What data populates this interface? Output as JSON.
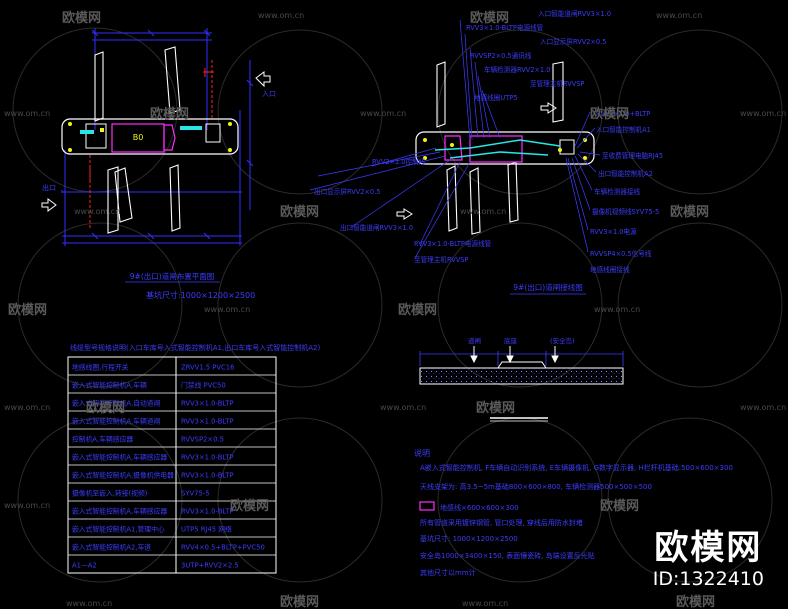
{
  "watermark": {
    "brand": "欧模网",
    "url": "www.om.cn",
    "id_label": "ID:1322410"
  },
  "plan_left": {
    "caption": "9#(出口)道闸布置平面图",
    "dimension_note": "基坑尺寸:1000×1200×2500",
    "entrance_label": "入口",
    "exit_label": "出口"
  },
  "plan_right": {
    "caption": "9#(出口)道闸接线图",
    "labels": [
      "入口智能道闸RVV3×1.0",
      "RVV3×1.0-BLTP电源线管",
      "入口显示屏RVV2×0.5",
      "RVVSP2×0.5通讯线",
      "车辆检测器RVV2×1.0",
      "至管理主机RVVSP",
      "地感线圈UTP5",
      "RVV3×1.0+BLTP",
      "入口智能控制机A1",
      "至收费管理电脑RJ45",
      "出口智能控制机A2",
      "车辆检测器接线",
      "摄像机视频线SYV75-5",
      "RVV3×1.0电源",
      "RVVSP4×0.5信号线",
      "地感线圈接线",
      "RVV2×1.0控制线",
      "出口显示屏RVV2×0.5",
      "出口智能道闸RVV3×1.0",
      "RVV3×1.0-BLTP电源线管",
      "至管理主机RVVSP"
    ]
  },
  "section": {
    "label_a": "道闸",
    "label_b": "底座",
    "label_c": "(安全岛)"
  },
  "table": {
    "title": "线缆型号规格说明(入口车库号入式智能控制机A1,出口车库号入式智能控制机A2)",
    "rows": [
      [
        "地感线圈,行程开关",
        "ZRVV1.5 PVC16"
      ],
      [
        "嵌入式智能控制机A,车辆",
        "门禁线 PVC50"
      ],
      [
        "嵌入式智能控制机A,自动道闸",
        "RVV3×1.0-BLTP"
      ],
      [
        "嵌入式智能控制机A,车辆道闸",
        "RVV3×1.0-BLTP"
      ],
      [
        "控制机A,车辆感应器",
        "RVVSP2×0.5"
      ],
      [
        "嵌入式智能控制机A,车辆感应器",
        "RVV3×1.0-BLTP"
      ],
      [
        "嵌入式智能控制机A,摄像机供电器",
        "RVV3×1.0-BLTP"
      ],
      [
        "摄像机至嵌入,转接(视频)",
        "SYV75-5"
      ],
      [
        "嵌入式智能控制机A,车辆感应器",
        "RVV3×1.0-BLTP"
      ],
      [
        "嵌入式智能控制机A1,管理中心",
        "UTP5 RJ45 网络"
      ],
      [
        "嵌入式智能控制机A2,车道",
        "RVV4×0.5+BLTP+PVC50"
      ],
      [
        "A1—A2",
        "3UTP+RVV2×2.5"
      ]
    ]
  },
  "notes": {
    "title": "说明",
    "lines": [
      "A嵌入式智能控制机, F车辆自动识别系统, E车辆摄像机, G数字显示器, H栏杆机基础:500×600×300",
      "天线支架为: 高3.5~5m基础800×600×800, 车辆检测器500×500×500",
      "地感线×600×600×300",
      "所有管道采用镀锌钢管, 管口处理, 穿线后用防水封堵",
      "基坑尺寸: 1000×1200×2500",
      "安全岛1000×3400×150, 表面镶瓷砖, 岛端设置反光贴",
      "其他尺寸以mm计"
    ]
  },
  "colors": {
    "line_main": "#2f2fff",
    "text_main": "#3c3cff",
    "outline": "#ffffff",
    "magenta": "#ff2bff",
    "cyan": "#28e6e6",
    "yellow": "#f2f21a",
    "green": "#22dd22",
    "red": "#ff2020",
    "watermark": "#5a5a5a"
  }
}
